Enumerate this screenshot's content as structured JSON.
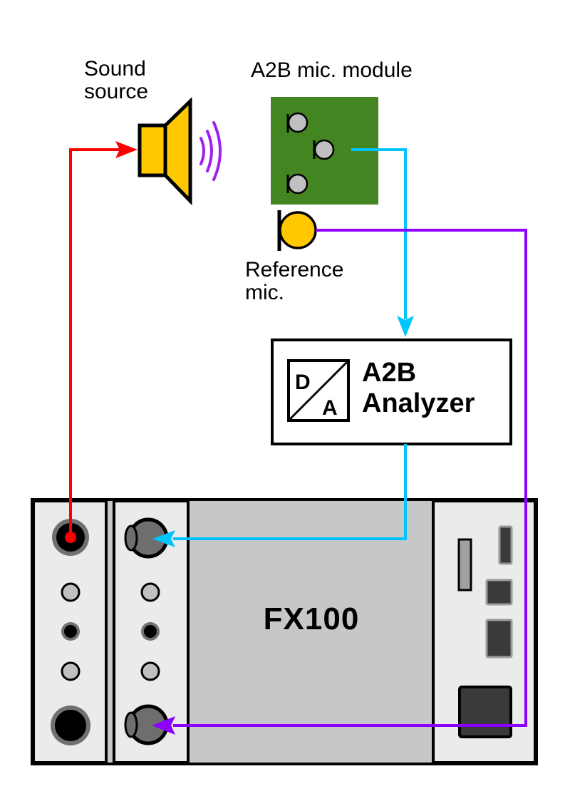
{
  "labels": {
    "sound_source": [
      "Sound",
      "source"
    ],
    "mic_module": "A2B mic. module",
    "reference_mic": [
      "Reference",
      "mic."
    ],
    "analyzer": [
      "A2B",
      "Analyzer"
    ],
    "da_symbol": {
      "top": "D",
      "bottom": "A"
    },
    "device": "FX100"
  },
  "colors": {
    "output_cable": "#ff0000",
    "a2b_cable": "#00c4ff",
    "reference_cable": "#8b00ff",
    "sound_waves": "#a020f0",
    "speaker": "#ffc800",
    "mic_module_board": "#438521",
    "reference_mic": "#ffc800",
    "device_body": "#c6c7c9",
    "device_panel": "#ebebeb"
  },
  "connections": [
    {
      "from": "FX100 output jack",
      "to": "Sound source",
      "color": "red"
    },
    {
      "from": "A2B mic. module",
      "to": "A2B Analyzer",
      "color": "cyan"
    },
    {
      "from": "A2B Analyzer",
      "to": "FX100 input 1",
      "color": "cyan"
    },
    {
      "from": "Reference mic.",
      "to": "FX100 input 2",
      "color": "purple"
    }
  ]
}
